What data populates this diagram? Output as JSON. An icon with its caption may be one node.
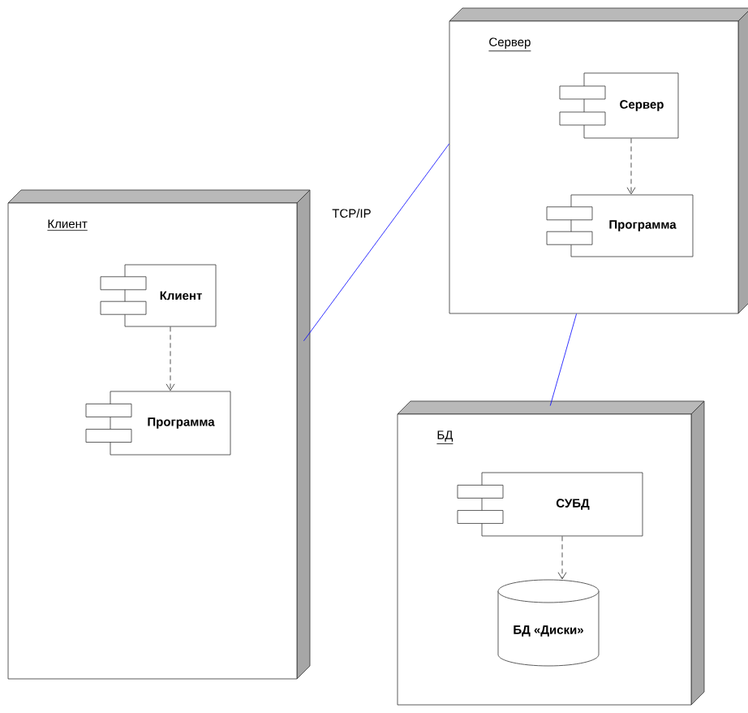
{
  "diagram": {
    "nodes": [
      {
        "text": [
          "Клиент"
        ]
      },
      {
        "text": [
          "Клиент"
        ],
        "in": 0
      },
      {
        "text": [
          "Программа"
        ],
        "in": 0
      },
      {
        "text": [
          "Сервер"
        ]
      },
      {
        "text": [
          "Сервер"
        ],
        "in": 3
      },
      {
        "text": [
          "Программа"
        ],
        "in": 3
      },
      {
        "text": [
          "БД"
        ]
      },
      {
        "text": [
          "СУБД"
        ],
        "in": 6
      },
      {
        "text": [
          "БД «Диски»"
        ],
        "in": 6
      }
    ],
    "edges": [
      {
        "from": 0,
        "to": 3,
        "arrow": "none",
        "label": "TCP/IP",
        "color": "#0000ff"
      },
      {
        "from": 1,
        "to": 2,
        "arrow": "to",
        "style": "dashed"
      },
      {
        "from": 4,
        "to": 5,
        "arrow": "to",
        "style": "dashed"
      },
      {
        "from": 3,
        "to": 6,
        "arrow": "none",
        "color": "#0000ff"
      },
      {
        "from": 7,
        "to": 8,
        "arrow": "to",
        "style": "dashed"
      }
    ]
  }
}
